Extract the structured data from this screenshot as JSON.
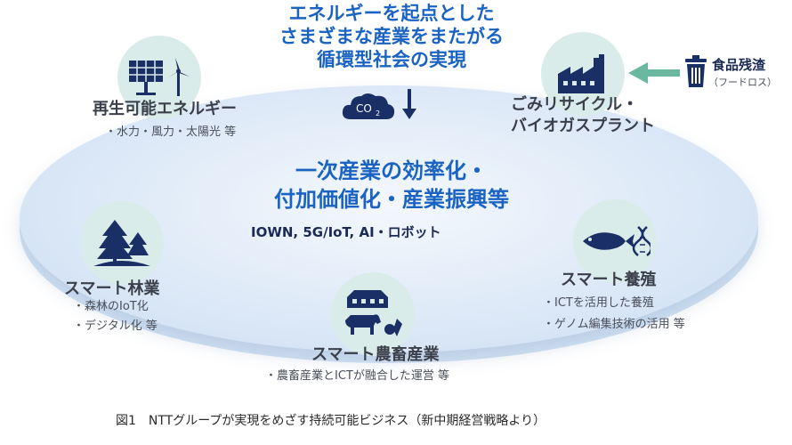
{
  "title_lines": [
    "エネルギーを起点とした",
    "さまざまな産業をまたがる",
    "循環型社会の実現"
  ],
  "co2_label": "CO",
  "co2_sub": "2",
  "center_lines": [
    "一次産業の効率化・",
    "付加価値化・産業振興等"
  ],
  "tech_line": "IOWN, 5G/IoT, AI・ロボット",
  "renewable": {
    "heading": "再生可能エネルギー",
    "bullet": "・水力・風力・太陽光 等"
  },
  "recycle": {
    "heading_lines": [
      "ごみリサイクル・",
      "バイオガスプラント"
    ]
  },
  "food_waste": {
    "label": "食品残渣",
    "sub": "（フードロス）"
  },
  "forestry": {
    "heading": "スマート林業",
    "bullets": [
      "・森林のIoT化",
      "・デジタル化 等"
    ]
  },
  "aquaculture": {
    "heading": "スマート養殖",
    "bullets": [
      "・ICTを活用した養殖",
      "・ゲノム編集技術の活用 等"
    ]
  },
  "agriculture": {
    "heading": "スマート農畜産業",
    "bullet": "・農畜産業とICTが融合した運営 等"
  },
  "caption": "図1　NTTグループが実現をめざす持続可能ビジネス（新中期経営戦略より）",
  "colors": {
    "accent_blue": "#1b63c2",
    "navy_icon": "#1a2f66",
    "circle_bg": "#d9ece9",
    "arrow_green": "#6ab8a0"
  }
}
